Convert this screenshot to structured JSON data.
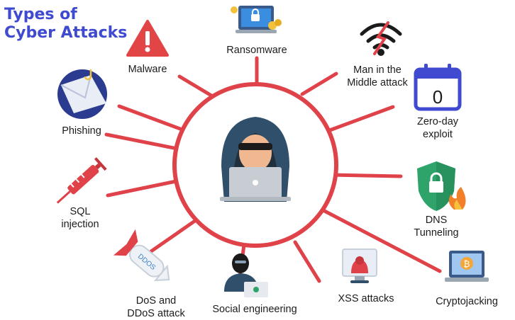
{
  "title": {
    "line1": "Types of",
    "line2": "Cyber Attacks"
  },
  "colors": {
    "spoke": "#e0424a",
    "title": "#3f4ad1",
    "hacker_hood": "#2f4f6b",
    "laptop": "#c7cdd3"
  },
  "attacks": [
    {
      "id": "ransomware",
      "label": "Ransomware",
      "icon": "laptop-coins-icon"
    },
    {
      "id": "malware",
      "label": "Malware",
      "icon": "warning-icon"
    },
    {
      "id": "mitm",
      "label": "Man in the\nMiddle attack",
      "icon": "broken-wifi-icon"
    },
    {
      "id": "zero-day",
      "label": "Zero-day\nexploit",
      "icon": "calendar-zero-icon",
      "icon_text": "0"
    },
    {
      "id": "phishing",
      "label": "Phishing",
      "icon": "hooked-envelope-icon"
    },
    {
      "id": "sql",
      "label": "SQL\ninjection",
      "icon": "syringe-icon"
    },
    {
      "id": "dns",
      "label": "DNS\nTunneling",
      "icon": "shield-lock-fire-icon"
    },
    {
      "id": "dos",
      "label": "DoS and\nDDoS attack",
      "icon": "ddos-missile-icon",
      "icon_text": "DDOS"
    },
    {
      "id": "social",
      "label": "Social engineering",
      "icon": "masked-person-icon"
    },
    {
      "id": "xss",
      "label": "XSS attacks",
      "icon": "monitor-hacker-icon"
    },
    {
      "id": "crypto",
      "label": "Cryptojacking",
      "icon": "laptop-bitcoin-icon",
      "icon_text": "₿"
    }
  ],
  "center": {
    "icon": "hacker-laptop-icon"
  }
}
